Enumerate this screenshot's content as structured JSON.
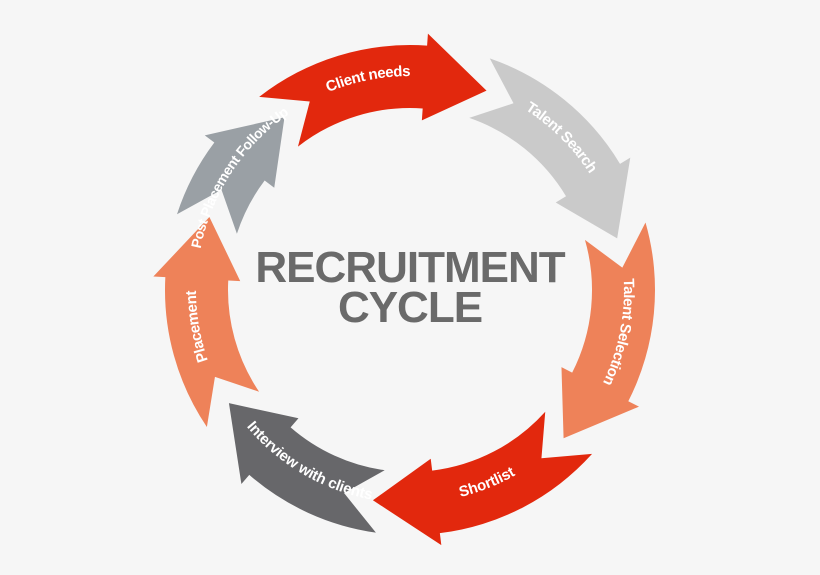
{
  "title": {
    "line1": "RECRUITMENT",
    "line2": "CYCLE",
    "color": "#6a6a6a"
  },
  "background_color": "#f6f6f6",
  "steps": [
    {
      "id": "client-needs",
      "label": "Client needs",
      "color": "#e2280d"
    },
    {
      "id": "talent-search",
      "label": "Talent Search",
      "color": "#cacaca"
    },
    {
      "id": "talent-selection",
      "label": "Talent Selection",
      "color": "#ee8259"
    },
    {
      "id": "shortlist",
      "label": "Shortlist",
      "color": "#e2280d"
    },
    {
      "id": "interview-with-clients",
      "label": "Interview with clients",
      "color": "#67676a"
    },
    {
      "id": "placement",
      "label": "Placement",
      "color": "#ee8259"
    },
    {
      "id": "post-placement-follow-up",
      "label": "Post Placement Follow-Up",
      "color": "#9aa0a5"
    }
  ]
}
